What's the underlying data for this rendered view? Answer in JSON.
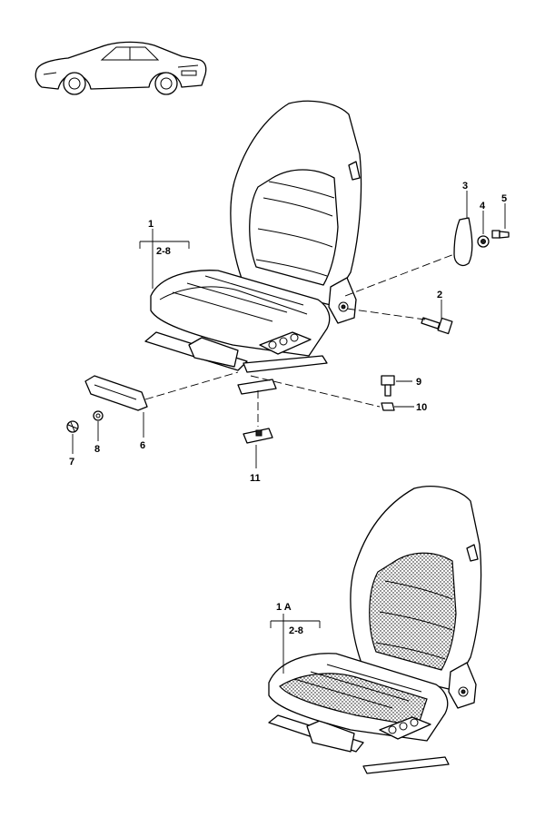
{
  "callouts": {
    "p1": "1",
    "p1_range": "2-8",
    "p2": "2",
    "p3": "3",
    "p4": "4",
    "p5": "5",
    "p6": "6",
    "p7": "7",
    "p8": "8",
    "p9": "9",
    "p10": "10",
    "p11": "11",
    "p1a": "1 A",
    "p1a_range": "2-8"
  },
  "colors": {
    "line": "#000000",
    "background": "#ffffff"
  },
  "icons": {
    "car": "car-sideview-icon",
    "seat": "seat-icon",
    "seat_variant": "seat-fabric-insert-icon"
  }
}
